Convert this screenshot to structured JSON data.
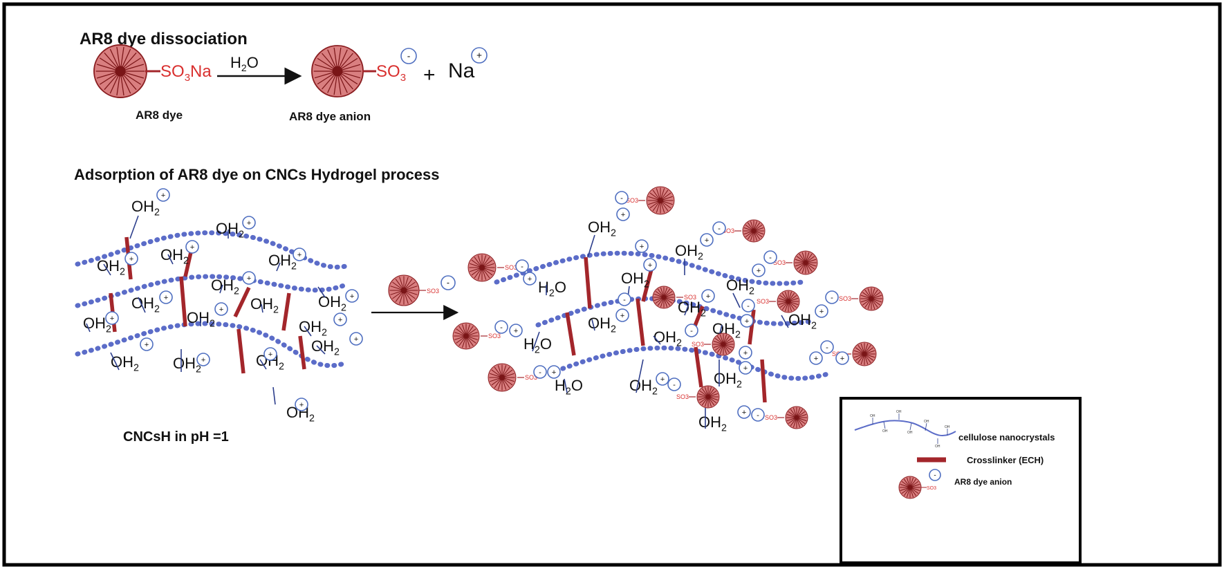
{
  "colors": {
    "dye_fill": "#d97f80",
    "dye_stroke": "#8b1f22",
    "dye_spoke": "#7a1517",
    "dye_text": "#d9302f",
    "chain": "#5b6cc8",
    "crosslinker": "#a3262b",
    "charge_ring": "#4f6fc0",
    "text": "#111111",
    "frame": "#000000"
  },
  "dissociation": {
    "title": "AR8 dye dissociation",
    "reactant_group": "SO3Na",
    "reactant_label": "AR8 dye",
    "arrow_label": "H2O",
    "product_group": "SO3",
    "product_label": "AR8 dye anion",
    "plus": "+",
    "cation": "Na",
    "anion_charge": "-",
    "cation_charge": "+"
  },
  "adsorption": {
    "title": "Adsorption of AR8 dye on CNCs Hydrogel  process",
    "left_caption": "CNCsH in pH =1",
    "groups": {
      "oh2": "OH2",
      "h2o": "H2O",
      "so3_small": "SO3",
      "plus": "+",
      "minus": "-"
    }
  },
  "legend": {
    "cnc_label": "cellulose nanocrystals",
    "cnc_tick": "OH",
    "crosslinker_label": "Crosslinker (ECH)",
    "dye_label": "AR8 dye anion",
    "dye_charge": "-",
    "dye_tick": "SO3"
  }
}
